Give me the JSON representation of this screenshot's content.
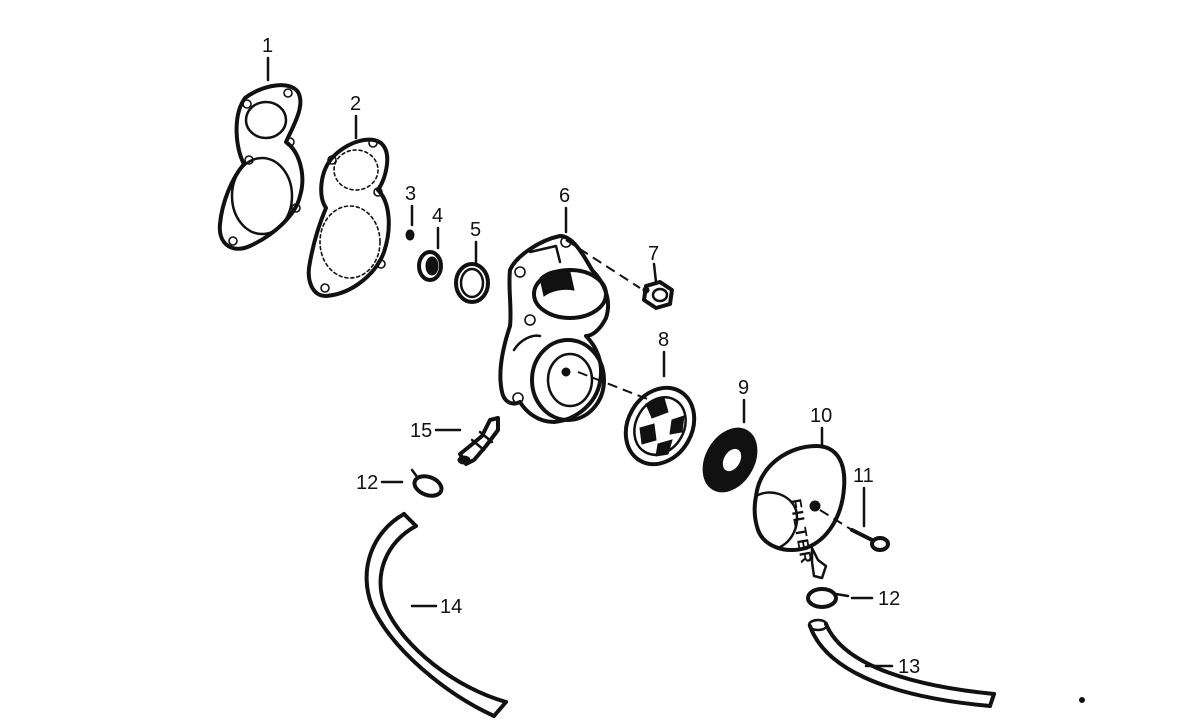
{
  "parts": [
    {
      "id": "part-1",
      "number": "1"
    },
    {
      "id": "part-2",
      "number": "2"
    },
    {
      "id": "part-3",
      "number": "3"
    },
    {
      "id": "part-4",
      "number": "4"
    },
    {
      "id": "part-5",
      "number": "5"
    },
    {
      "id": "part-6",
      "number": "6"
    },
    {
      "id": "part-7",
      "number": "7"
    },
    {
      "id": "part-8",
      "number": "8"
    },
    {
      "id": "part-9",
      "number": "9"
    },
    {
      "id": "part-10",
      "number": "10"
    },
    {
      "id": "part-11",
      "number": "11"
    },
    {
      "id": "part-12a",
      "number": "12"
    },
    {
      "id": "part-12b",
      "number": "12"
    },
    {
      "id": "part-13",
      "number": "13"
    },
    {
      "id": "part-14",
      "number": "14"
    },
    {
      "id": "part-15",
      "number": "15"
    }
  ],
  "filter_text": "FILTER",
  "colors": {
    "ink": "#111111",
    "paper": "#ffffff"
  }
}
